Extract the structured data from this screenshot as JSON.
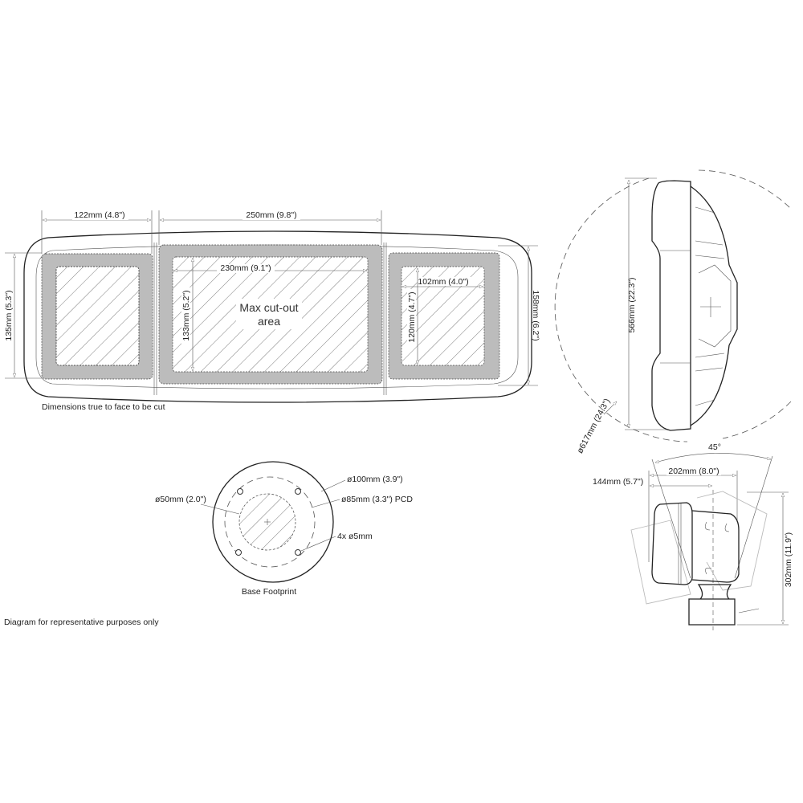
{
  "top_view": {
    "dim_left_width": "122mm  (4.8\")",
    "dim_center_width": "250mm  (9.8\")",
    "dim_left_height": "135mm  (5.3\")",
    "dim_overall_height": "158mm  (6.2\")",
    "dim_cutout_width": "230mm  (9.1\")",
    "dim_cutout_height": "133mm  (5.2\")",
    "dim_right_width": "102mm  (4.0\")",
    "dim_right_height": "120mm  (4.7\")",
    "cutout_label_line1": "Max cut-out",
    "cutout_label_line2": "area",
    "note": "Dimensions true to face to be cut"
  },
  "base_footprint": {
    "outer_diameter": "ø100mm (3.9\")",
    "pcd": "ø85mm (3.3\") PCD",
    "holes": "4x ø5mm",
    "inner_diameter": "ø50mm (2.0\")",
    "title": "Base Footprint"
  },
  "side_view": {
    "height": "566mm  (22.3\")",
    "sweep_diameter": "ø617mm (24.3\")"
  },
  "tilt_view": {
    "angle": "45°",
    "width": "202mm  (8.0\")",
    "offset": "144mm  (5.7\")",
    "height": "302mm  (11.9\")"
  },
  "footer_note": "Diagram for representative purposes only"
}
